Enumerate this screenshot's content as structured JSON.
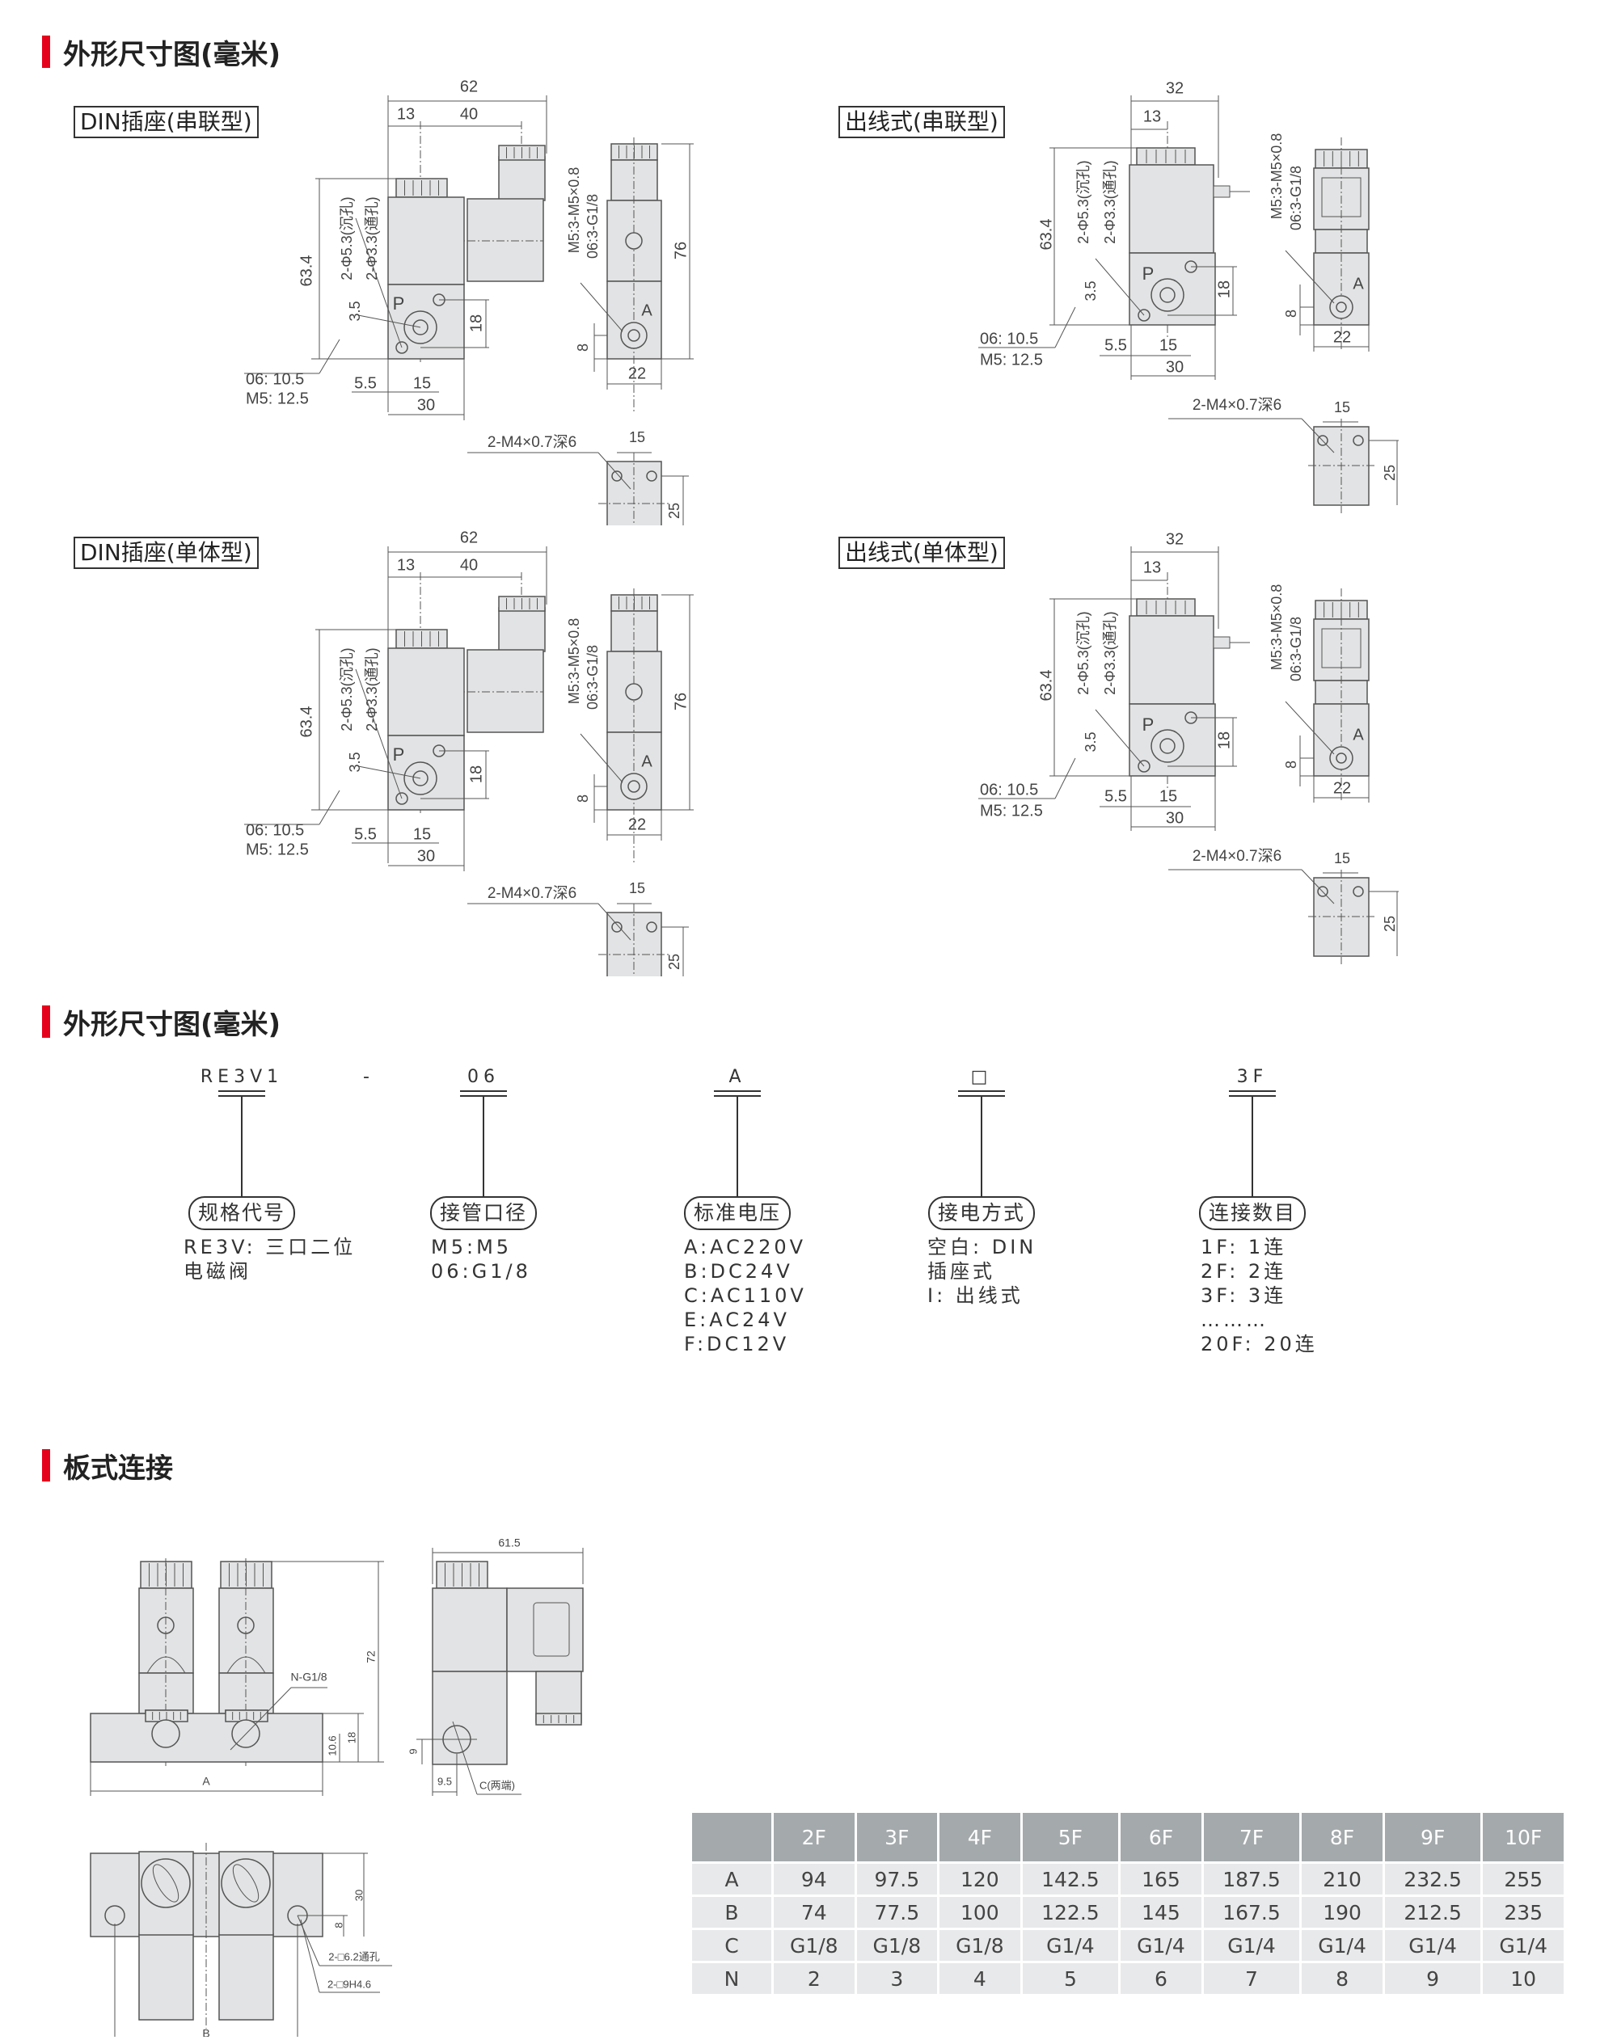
{
  "sections": {
    "dimensions_title": "外形尺寸图(毫米)",
    "ordering_title": "外形尺寸图(毫米)",
    "plate_title": "板式连接"
  },
  "colors": {
    "accent": "#e5001c",
    "part_fill": "#e2e3e4",
    "table_header": "#a4a9ac",
    "table_body": "#e8e9ea"
  },
  "drawings": [
    {
      "title": "DIN插座(串联型)",
      "type": "din",
      "labels": {
        "w_total": "62",
        "w_a": "13",
        "w_b": "40",
        "h_total": "63.4",
        "hole1": "2-Φ5.3(沉孔)",
        "hole2": "2-Φ3.3(通孔)",
        "d35": "3.5",
        "d18": "18",
        "p": "P",
        "port1": "06: 10.5",
        "port2": "M5: 12.5",
        "d55": "5.5",
        "d15": "15",
        "d30": "30",
        "thread1": "M5:3-M5×0.8",
        "thread2": "06:3-G1/8",
        "h76": "76",
        "d8": "8",
        "d22": "22",
        "a": "A",
        "mount": "2-M4×0.7深6",
        "b15": "15",
        "b25": "25"
      }
    },
    {
      "title": "出线式(串联型)",
      "type": "wire",
      "labels": {
        "w_total": "32",
        "w_a": "13",
        "h_total": "63.4",
        "hole1": "2-Φ5.3(沉孔)",
        "hole2": "2-Φ3.3(通孔)",
        "d35": "3.5",
        "d18": "18",
        "p": "P",
        "port1": "06: 10.5",
        "port2": "M5: 12.5",
        "d55": "5.5",
        "d15": "15",
        "d30": "30",
        "thread1": "M5:3-M5×0.8",
        "thread2": "06:3-G1/8",
        "d8": "8",
        "d22": "22",
        "a": "A",
        "mount": "2-M4×0.7深6",
        "b15": "15",
        "b25": "25"
      }
    },
    {
      "title": "DIN插座(单体型)",
      "type": "din",
      "labels": {
        "w_total": "62",
        "w_a": "13",
        "w_b": "40",
        "h_total": "63.4",
        "hole1": "2-Φ5.3(沉孔)",
        "hole2": "2-Φ3.3(通孔)",
        "d35": "3.5",
        "d18": "18",
        "p": "P",
        "port1": "06: 10.5",
        "port2": "M5: 12.5",
        "d55": "5.5",
        "d15": "15",
        "d30": "30",
        "thread1": "M5:3-M5×0.8",
        "thread2": "06:3-G1/8",
        "h76": "76",
        "d8": "8",
        "d22": "22",
        "a": "A",
        "mount": "2-M4×0.7深6",
        "b15": "15",
        "b25": "25"
      }
    },
    {
      "title": "出线式(单体型)",
      "type": "wire",
      "labels": {
        "w_total": "32",
        "w_a": "13",
        "h_total": "63.4",
        "hole1": "2-Φ5.3(沉孔)",
        "hole2": "2-Φ3.3(通孔)",
        "d35": "3.5",
        "d18": "18",
        "p": "P",
        "port1": "06: 10.5",
        "port2": "M5: 12.5",
        "d55": "5.5",
        "d15": "15",
        "d30": "30",
        "thread1": "M5:3-M5×0.8",
        "thread2": "06:3-G1/8",
        "d8": "8",
        "d22": "22",
        "a": "A",
        "mount": "2-M4×0.7深6",
        "b15": "15",
        "b25": "25"
      }
    }
  ],
  "ordering": {
    "separator": "-",
    "columns": [
      {
        "code": "RE3V1",
        "label": "规格代号",
        "lines": [
          "RE3V: 三口二位",
          "电磁阀"
        ]
      },
      {
        "code": "06",
        "label": "接管口径",
        "lines": [
          "M5:M5",
          "06:G1/8"
        ]
      },
      {
        "code": "A",
        "label": "标准电压",
        "lines": [
          "A:AC220V",
          "B:DC24V",
          "C:AC110V",
          "E:AC24V",
          "F:DC12V"
        ]
      },
      {
        "code": "□",
        "label": "接电方式",
        "lines": [
          "空白: DIN",
          "插座式",
          "I: 出线式"
        ]
      },
      {
        "code": "3F",
        "label": "连接数目",
        "lines": [
          "1F:  1连",
          "2F:  2连",
          "3F:  3连",
          "………",
          "20F:  20连"
        ]
      }
    ]
  },
  "plate": {
    "labels": {
      "h72": "72",
      "ng": "N-G1/8",
      "d106": "10.6",
      "d18": "18",
      "a": "A",
      "w615": "61.5",
      "d9": "9",
      "d95": "9.5",
      "c": "C(两端)",
      "d30": "30",
      "d8": "8",
      "hole1": "2-□6.2通孔",
      "hole2": "2-□9H4.6",
      "b": "B"
    }
  },
  "table": {
    "headers": [
      "",
      "2F",
      "3F",
      "4F",
      "5F",
      "6F",
      "7F",
      "8F",
      "9F",
      "10F"
    ],
    "rows": [
      [
        "A",
        "94",
        "97.5",
        "120",
        "142.5",
        "165",
        "187.5",
        "210",
        "232.5",
        "255"
      ],
      [
        "B",
        "74",
        "77.5",
        "100",
        "122.5",
        "145",
        "167.5",
        "190",
        "212.5",
        "235"
      ],
      [
        "C",
        "G1/8",
        "G1/8",
        "G1/8",
        "G1/4",
        "G1/4",
        "G1/4",
        "G1/4",
        "G1/4",
        "G1/4"
      ],
      [
        "N",
        "2",
        "3",
        "4",
        "5",
        "6",
        "7",
        "8",
        "9",
        "10"
      ]
    ]
  }
}
